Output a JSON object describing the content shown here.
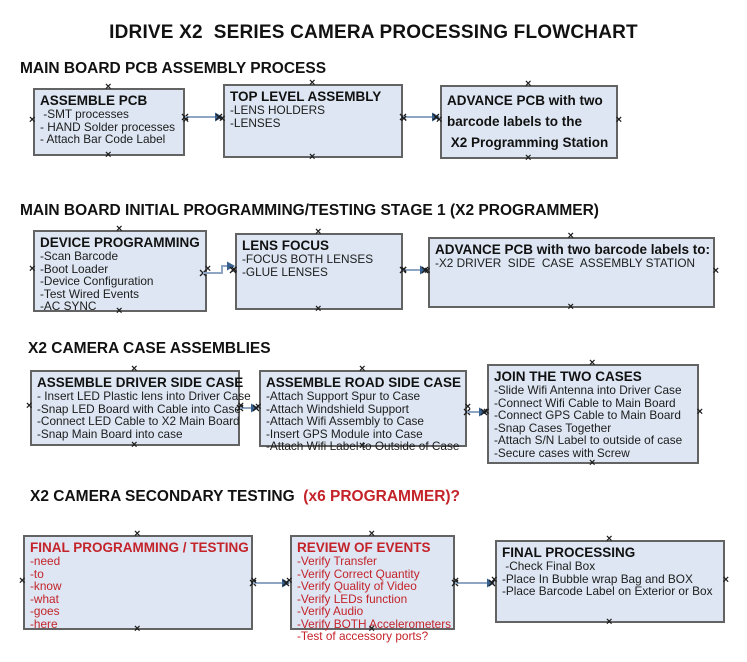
{
  "title": "IDRIVE X2  SERIES CAMERA PROCESSING FLOWCHART",
  "colors": {
    "box_fill": "#dde6f2",
    "box_border": "#636363",
    "red_text": "#c4232a",
    "arrow_line": "#8ea6c4",
    "arrow_head": "#37618e",
    "black_text": "#111111"
  },
  "icons": {
    "handle": "×",
    "arrow_head": "right-pointing solid triangle"
  },
  "sections": [
    {
      "heading": "MAIN BOARD PCB ASSEMBLY PROCESS",
      "boxes": [
        {
          "title_lines": [
            "ASSEMBLE PCB"
          ],
          "items": [
            " -SMT processes",
            "- HAND Solder processes",
            "- Attach Bar Code Label"
          ]
        },
        {
          "title_lines": [
            "TOP LEVEL ASSEMBLY"
          ],
          "items": [
            "-LENS HOLDERS",
            "-LENSES"
          ]
        },
        {
          "title_lines": [
            "ADVANCE PCB with two",
            "barcode labels to the",
            " X2 Programming Station"
          ],
          "items": []
        }
      ]
    },
    {
      "heading": "MAIN BOARD INITIAL PROGRAMMING/TESTING STAGE 1 (X2 PROGRAMMER)",
      "boxes": [
        {
          "title_lines": [
            "DEVICE PROGRAMMING"
          ],
          "items": [
            "-Scan Barcode",
            "-Boot Loader",
            "-Device Configuration",
            "-Test Wired Events",
            "-AC SYNC"
          ]
        },
        {
          "title_lines": [
            "LENS FOCUS"
          ],
          "items": [
            "-FOCUS BOTH LENSES",
            "-GLUE LENSES"
          ]
        },
        {
          "title_lines": [
            "ADVANCE PCB with two barcode labels to:"
          ],
          "items": [
            "-X2 DRIVER  SIDE  CASE  ASSEMBLY STATION"
          ]
        }
      ]
    },
    {
      "heading": "X2 CAMERA CASE ASSEMBLIES",
      "boxes": [
        {
          "title_lines": [
            "ASSEMBLE DRIVER SIDE CASE"
          ],
          "items": [
            "- Insert LED Plastic lens into Driver Case",
            "-Snap LED Board with Cable into Case",
            "-Connect LED Cable to X2 Main Board",
            "-Snap Main Board into case"
          ]
        },
        {
          "title_lines": [
            "ASSEMBLE ROAD SIDE CASE"
          ],
          "items": [
            "-Attach Support Spur to Case",
            "-Attach Windshield Support",
            "-Attach Wifi Assembly to Case",
            "-Insert GPS Module into Case",
            "-Attach Wifi Label to Outside of Case"
          ]
        },
        {
          "title_lines": [
            "JOIN THE TWO CASES"
          ],
          "items": [
            "-Slide Wifi Antenna into Driver Case",
            "-Connect Wifi Cable to Main Board",
            "-Connect GPS Cable to Main Board",
            "-Snap Cases Together",
            "-Attach S/N Label to outside of case",
            "-Secure cases with Screw"
          ]
        }
      ]
    },
    {
      "heading": "X2 CAMERA SECONDARY TESTING  ",
      "heading_red": "(x6 PROGRAMMER)?",
      "boxes": [
        {
          "title_lines": [
            "FINAL PROGRAMMING / TESTING"
          ],
          "items": [
            "-need",
            "-to",
            "-know",
            "-what",
            "-goes",
            "-here"
          ]
        },
        {
          "title_lines": [
            "REVIEW OF EVENTS"
          ],
          "items": [
            "-Verify Transfer",
            "-Verify Correct Quantity",
            "-Verify Quality of Video",
            "-Verify LEDs function",
            "-Verify Audio",
            "-Verify BOTH Accelerometers",
            "-Test of accessory ports?"
          ]
        },
        {
          "title_lines": [
            "FINAL PROCESSING"
          ],
          "items": [
            " -Check Final Box",
            "-Place In Bubble wrap Bag and BOX",
            "-Place Barcode Label on Exterior or Box"
          ]
        }
      ]
    }
  ]
}
